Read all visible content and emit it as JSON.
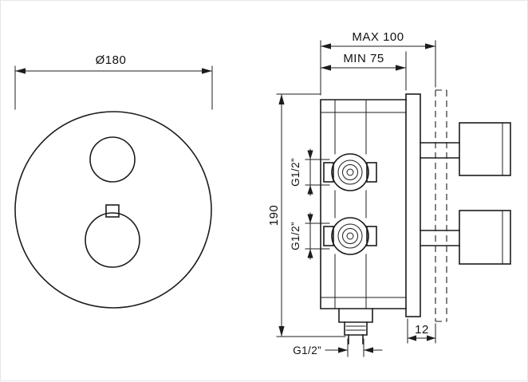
{
  "drawing": {
    "front_view": {
      "diameter_label": "Ø180"
    },
    "side_view": {
      "max_depth_label": "MAX 100",
      "min_depth_label": "MIN 75",
      "height_label": "190",
      "upper_port_label": "G1/2”",
      "lower_port_label": "G1/2”",
      "outlet_label": "G1/2”",
      "plate_offset_label": "12"
    },
    "colors": {
      "line": "#1c1c1c",
      "background": "#ffffff"
    }
  }
}
